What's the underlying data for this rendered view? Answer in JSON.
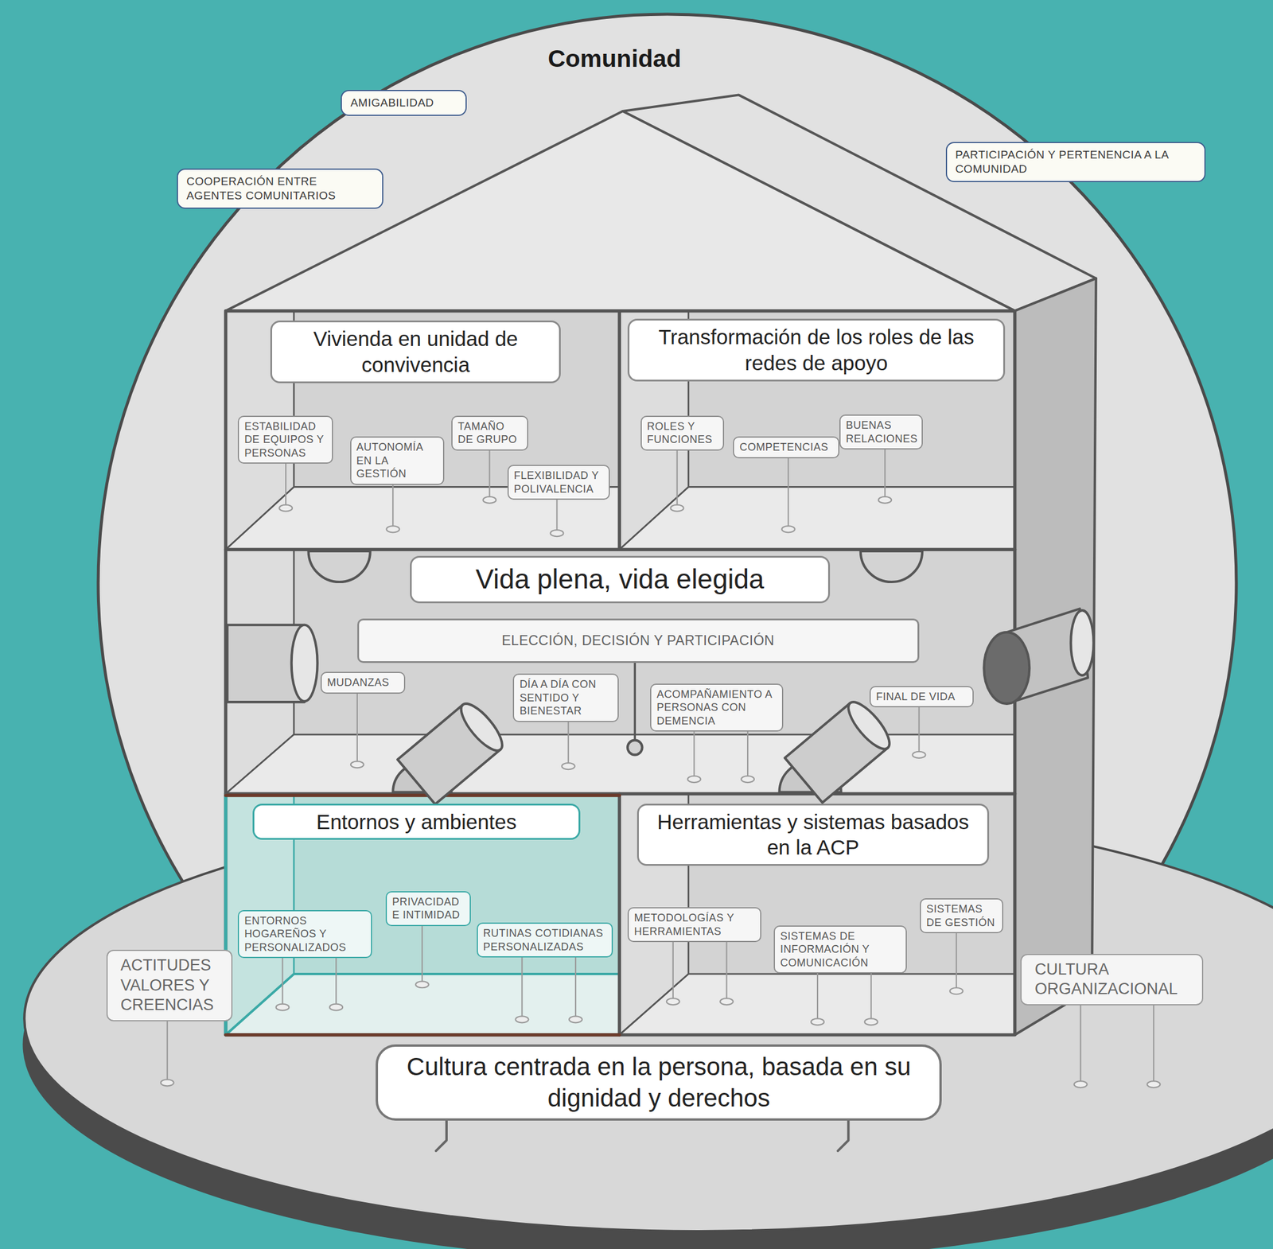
{
  "diagram": {
    "nodes": [
      {
        "text": [
          "Comunidad"
        ]
      },
      {
        "text": [
          "AMIGABILIDAD"
        ],
        "in": 0
      },
      {
        "text": [
          "COOPERACIÓN ENTRE AGENTES COMUNITARIOS"
        ],
        "in": 0
      },
      {
        "text": [
          "PARTICIPACIÓN Y PERTENENCIA A LA COMUNIDAD"
        ],
        "in": 0
      },
      {
        "text": [
          "Vivienda en unidad de convivencia"
        ],
        "in": 0
      },
      {
        "text": [
          "ESTABILIDAD DE EQUIPOS Y PERSONAS"
        ],
        "in": 0
      },
      {
        "text": [
          "AUTONOMÍA EN LA GESTIÓN"
        ],
        "in": 0
      },
      {
        "text": [
          "TAMAÑO DE GRUPO"
        ],
        "in": 0
      },
      {
        "text": [
          "FLEXIBILIDAD Y POLIVALENCIA"
        ],
        "in": 0
      },
      {
        "text": [
          "Transformación de los roles de las redes de apoyo"
        ],
        "in": 0
      },
      {
        "text": [
          "ROLES Y FUNCIONES"
        ],
        "in": 0
      },
      {
        "text": [
          "COMPETENCIAS"
        ],
        "in": 0
      },
      {
        "text": [
          "BUENAS RELACIONES"
        ],
        "in": 0
      },
      {
        "text": [
          "Vida plena, vida elegida"
        ],
        "in": 0
      },
      {
        "text": [
          "ELECCIÓN, DECISIÓN Y PARTICIPACIÓN"
        ],
        "in": 0
      },
      {
        "text": [
          "MUDANZAS"
        ],
        "in": 0
      },
      {
        "text": [
          "DÍA A DÍA CON SENTIDO Y BIENESTAR"
        ],
        "in": 0
      },
      {
        "text": [
          "ACOMPAÑAMIENTO A PERSONAS CON DEMENCIA"
        ],
        "in": 0
      },
      {
        "text": [
          "FINAL DE VIDA"
        ],
        "in": 0
      },
      {
        "text": [
          "Entornos y ambientes"
        ],
        "in": 0
      },
      {
        "text": [
          "ENTORNOS HOGAREÑOS Y PERSONALIZADOS"
        ],
        "in": 0
      },
      {
        "text": [
          "PRIVACIDAD E INTIMIDAD"
        ],
        "in": 0
      },
      {
        "text": [
          "RUTINAS COTIDIANAS PERSONALIZADAS"
        ],
        "in": 0
      },
      {
        "text": [
          "Herramientas y sistemas basados en la ACP"
        ],
        "in": 0
      },
      {
        "text": [
          "METODOLOGÍAS Y HERRAMIENTAS"
        ],
        "in": 0
      },
      {
        "text": [
          "SISTEMAS DE INFORMACIÓN Y COMUNICACIÓN"
        ],
        "in": 0
      },
      {
        "text": [
          "SISTEMAS DE GESTIÓN"
        ],
        "in": 0
      },
      {
        "text": [
          "ACTITUDES VALORES Y CREENCIAS"
        ]
      },
      {
        "text": [
          "CULTURA ORGANIZACIONAL"
        ]
      },
      {
        "text": [
          "Cultura centrada en la persona, basada en su dignidad y derechos"
        ]
      }
    ]
  }
}
